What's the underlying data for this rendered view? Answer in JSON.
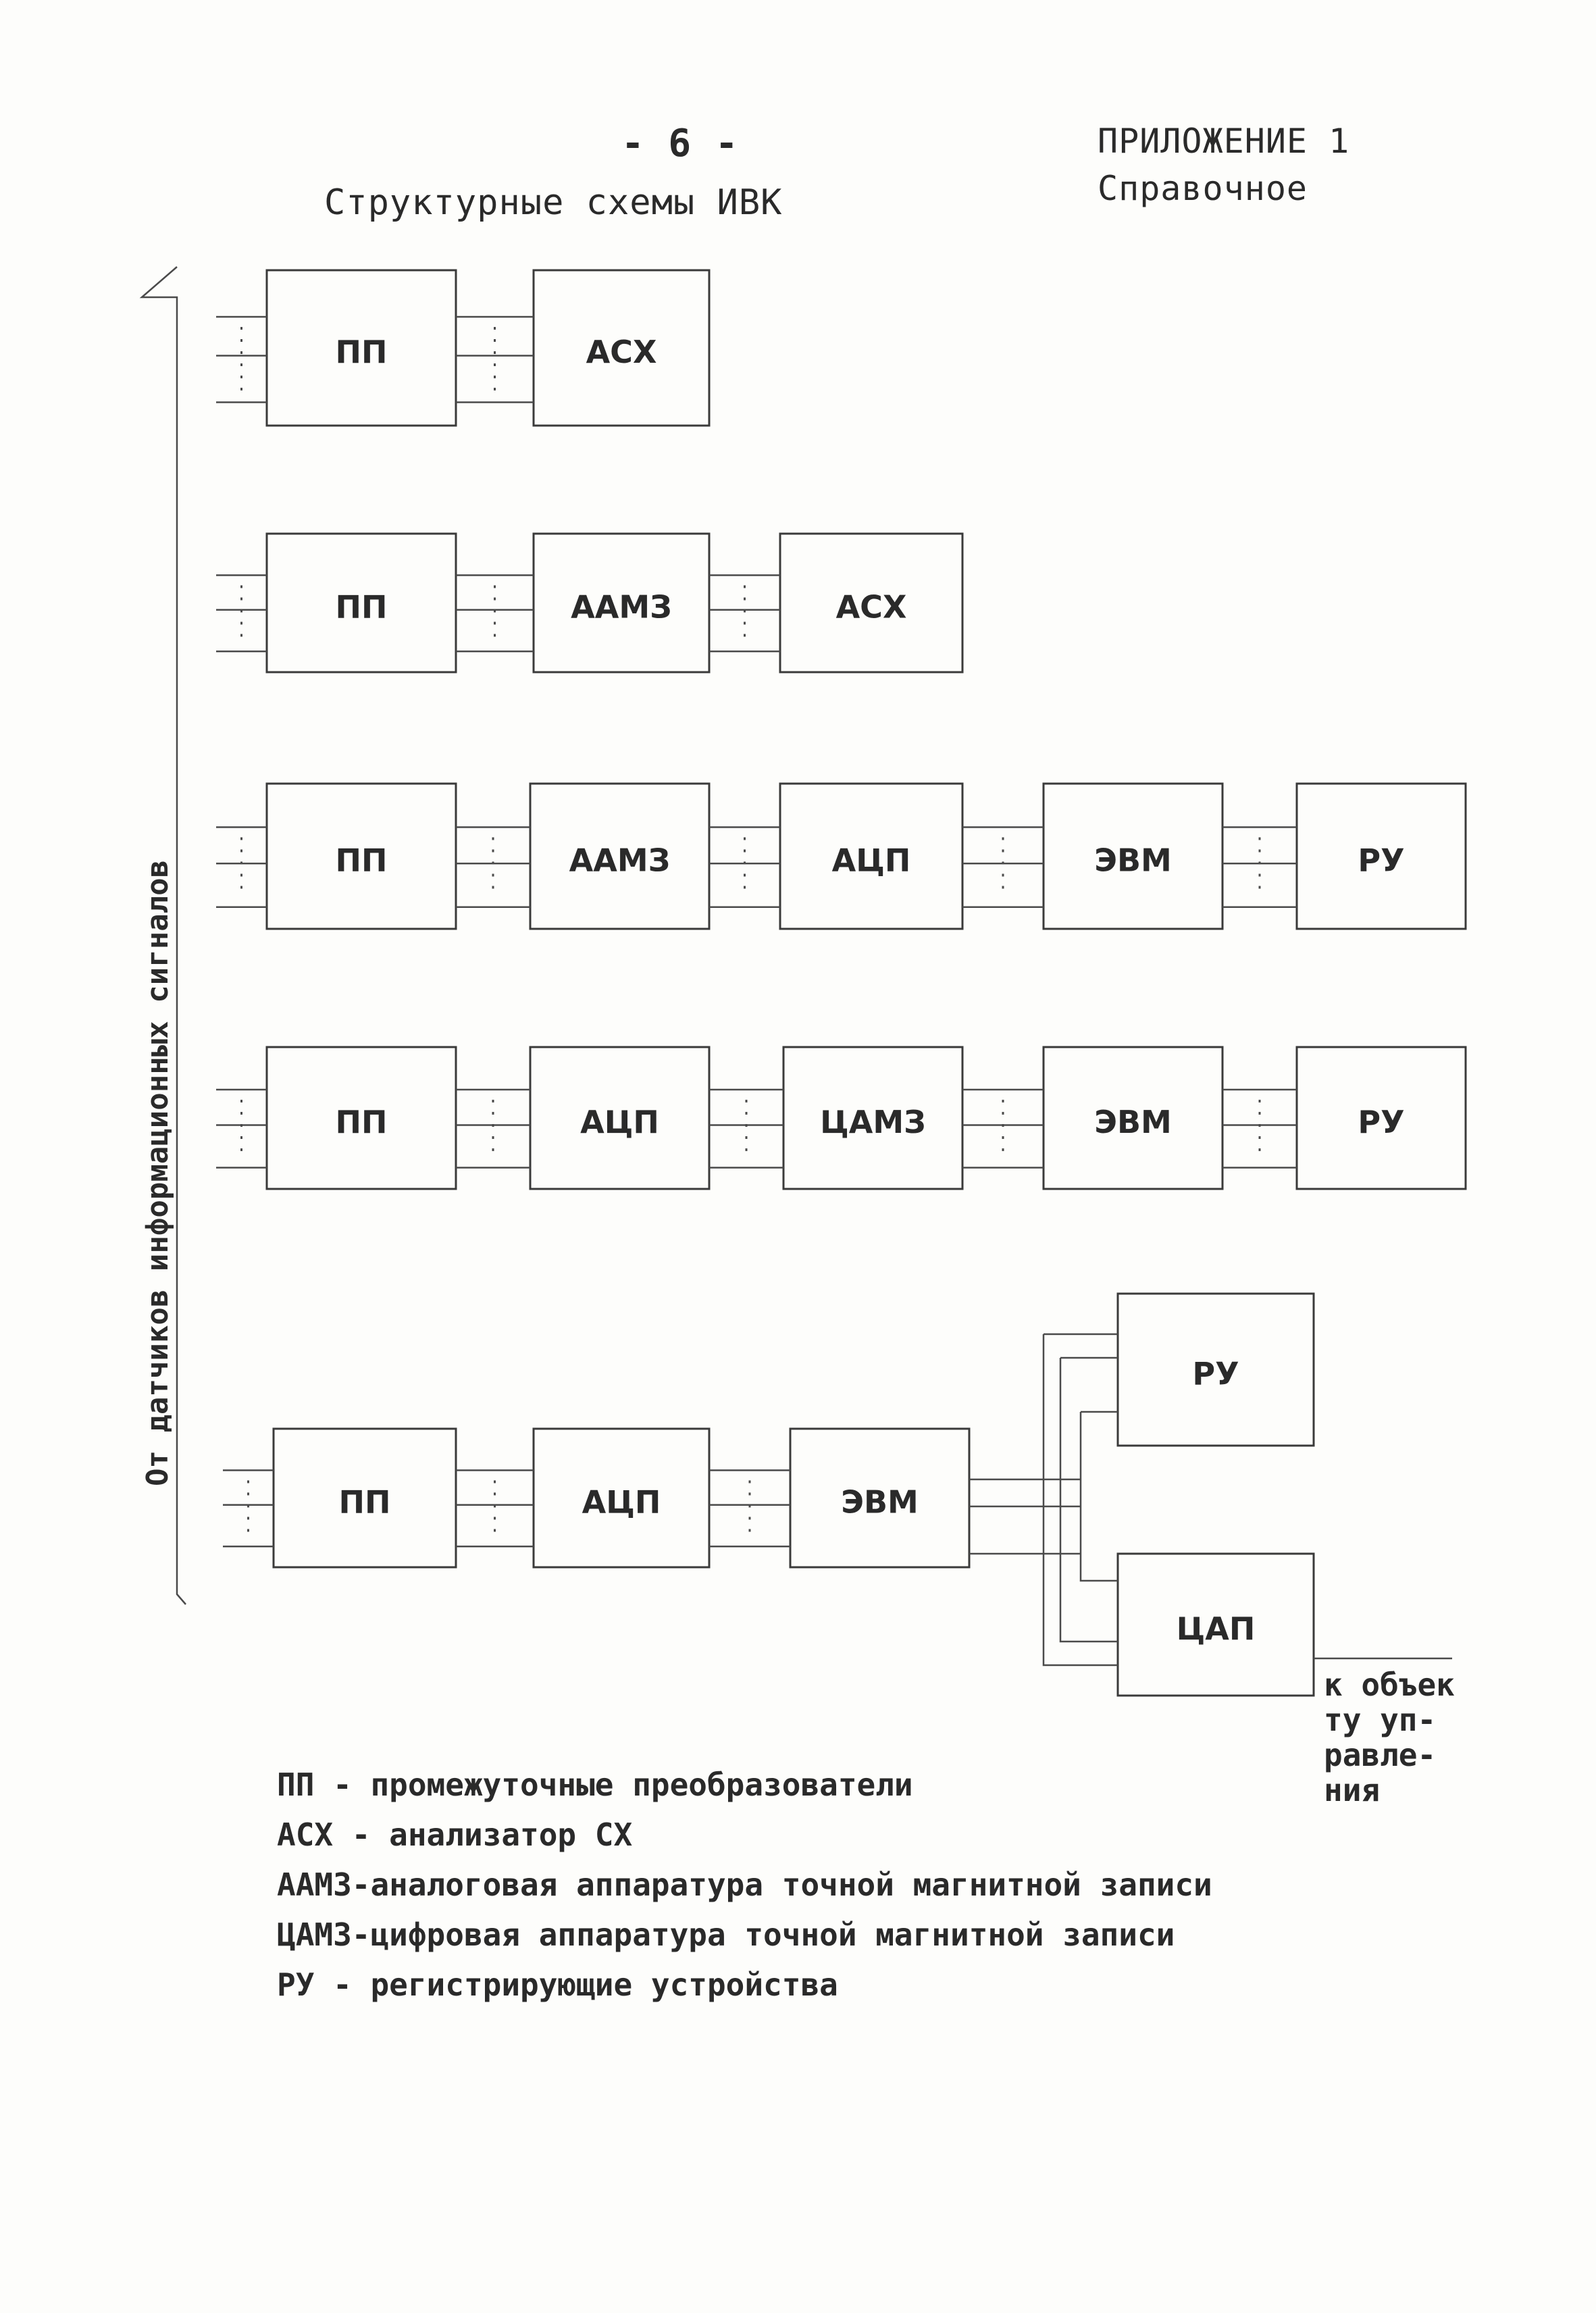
{
  "header": {
    "page_number": "- 6 -",
    "appendix_title": "ПРИЛОЖЕНИЕ 1",
    "appendix_subtitle": "Справочное",
    "diagram_title": "Структурные схемы ИВК"
  },
  "diagram": {
    "vertical_label": "От датчиков информационных сигналов",
    "rows": [
      {
        "boxes": [
          "ПП",
          "АСХ"
        ]
      },
      {
        "boxes": [
          "ПП",
          "ААМЗ",
          "АСХ"
        ]
      },
      {
        "boxes": [
          "ПП",
          "ААМЗ",
          "АЦП",
          "ЭВМ",
          "РУ"
        ]
      },
      {
        "boxes": [
          "ПП",
          "АЦП",
          "ЦАМЗ",
          "ЭВМ",
          "РУ"
        ]
      },
      {
        "boxes": [
          "ПП",
          "АЦП",
          "ЭВМ"
        ],
        "branch_boxes": [
          "РУ",
          "ЦАП"
        ]
      }
    ],
    "control_target": [
      "к объек",
      "ту уп-",
      "равле-",
      "ния"
    ]
  },
  "legend": [
    "ПП - промежуточные преобразователи",
    "АСХ - анализатор СХ",
    "ААМЗ-аналоговая аппаратура точной магнитной записи",
    "ЦАМЗ-цифровая аппаратура точной магнитной записи",
    " РУ - регистрирующие устройства"
  ]
}
